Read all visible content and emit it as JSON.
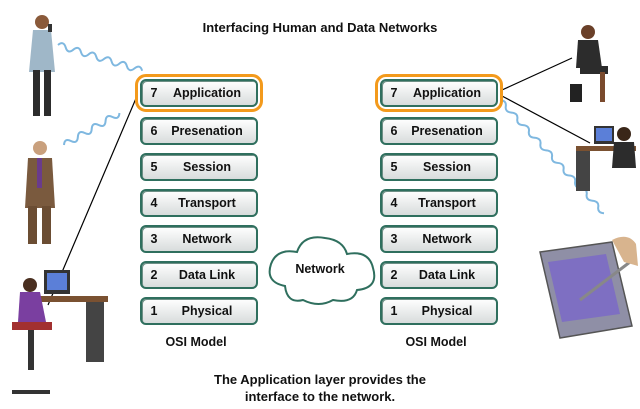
{
  "title": "Interfacing Human and Data Networks",
  "left_model": {
    "label": "OSI Model",
    "layers": [
      {
        "num": "7",
        "name": "Application",
        "highlighted": true
      },
      {
        "num": "6",
        "name": "Presenation"
      },
      {
        "num": "5",
        "name": "Session"
      },
      {
        "num": "4",
        "name": "Transport"
      },
      {
        "num": "3",
        "name": "Network"
      },
      {
        "num": "2",
        "name": "Data Link"
      },
      {
        "num": "1",
        "name": "Physical"
      }
    ]
  },
  "right_model": {
    "label": "OSI Model",
    "layers": [
      {
        "num": "7",
        "name": "Application",
        "highlighted": true
      },
      {
        "num": "6",
        "name": "Presenation"
      },
      {
        "num": "5",
        "name": "Session"
      },
      {
        "num": "4",
        "name": "Transport"
      },
      {
        "num": "3",
        "name": "Network"
      },
      {
        "num": "2",
        "name": "Data Link"
      },
      {
        "num": "1",
        "name": "Physical"
      }
    ]
  },
  "cloud": {
    "label": "Network"
  },
  "caption": {
    "line1": "The Application layer provides the",
    "line2": "interface to the network."
  },
  "colors": {
    "highlight": "#f39a1c",
    "layer_border": "#2f6f5e",
    "wireless": "#7fb8e0"
  },
  "icons": [
    "woman-phone-icon",
    "man-phone-icon",
    "person-at-computer-icon",
    "seated-woman-icon",
    "woman-at-computer-icon",
    "pda-stylus-icon",
    "network-cloud-icon"
  ]
}
